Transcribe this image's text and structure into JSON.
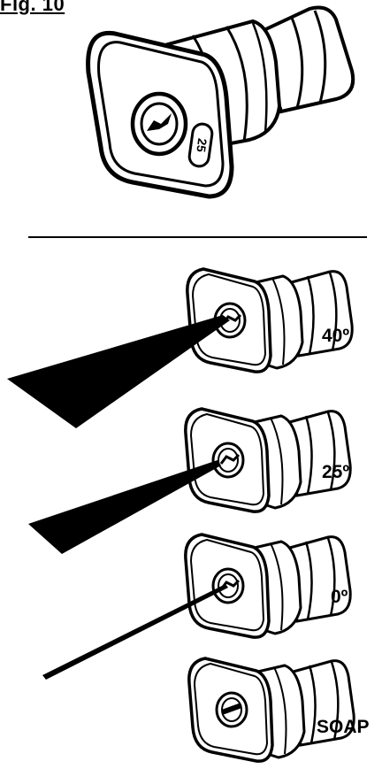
{
  "figure": {
    "label": "Fig. 10"
  },
  "large_nozzle": {
    "engraved_value": "25"
  },
  "nozzles": [
    {
      "label": "40º"
    },
    {
      "label": "25º"
    },
    {
      "label": "0º"
    },
    {
      "label": "SOAP"
    }
  ],
  "colors": {
    "ink": "#000000",
    "paper": "#ffffff"
  }
}
